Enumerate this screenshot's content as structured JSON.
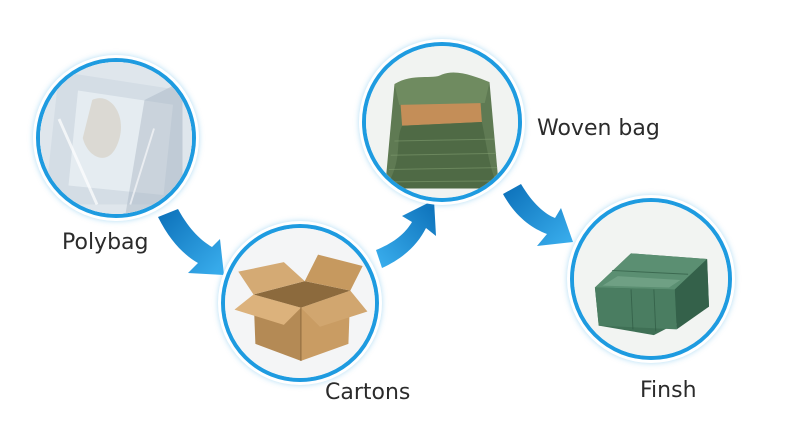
{
  "steps": [
    {
      "id": "polybag",
      "label": "Polybag",
      "image": "clear-plastic-polybag"
    },
    {
      "id": "cartons",
      "label": "Cartons",
      "image": "open-cardboard-carton"
    },
    {
      "id": "woven-bag",
      "label": "Woven bag",
      "image": "carton-in-green-woven-bag"
    },
    {
      "id": "finish",
      "label": "Finsh",
      "image": "sealed-green-woven-package"
    }
  ],
  "colors": {
    "accent": "#1e9be0",
    "arrow": "#1a8ad4",
    "label": "#2b2b2b"
  }
}
